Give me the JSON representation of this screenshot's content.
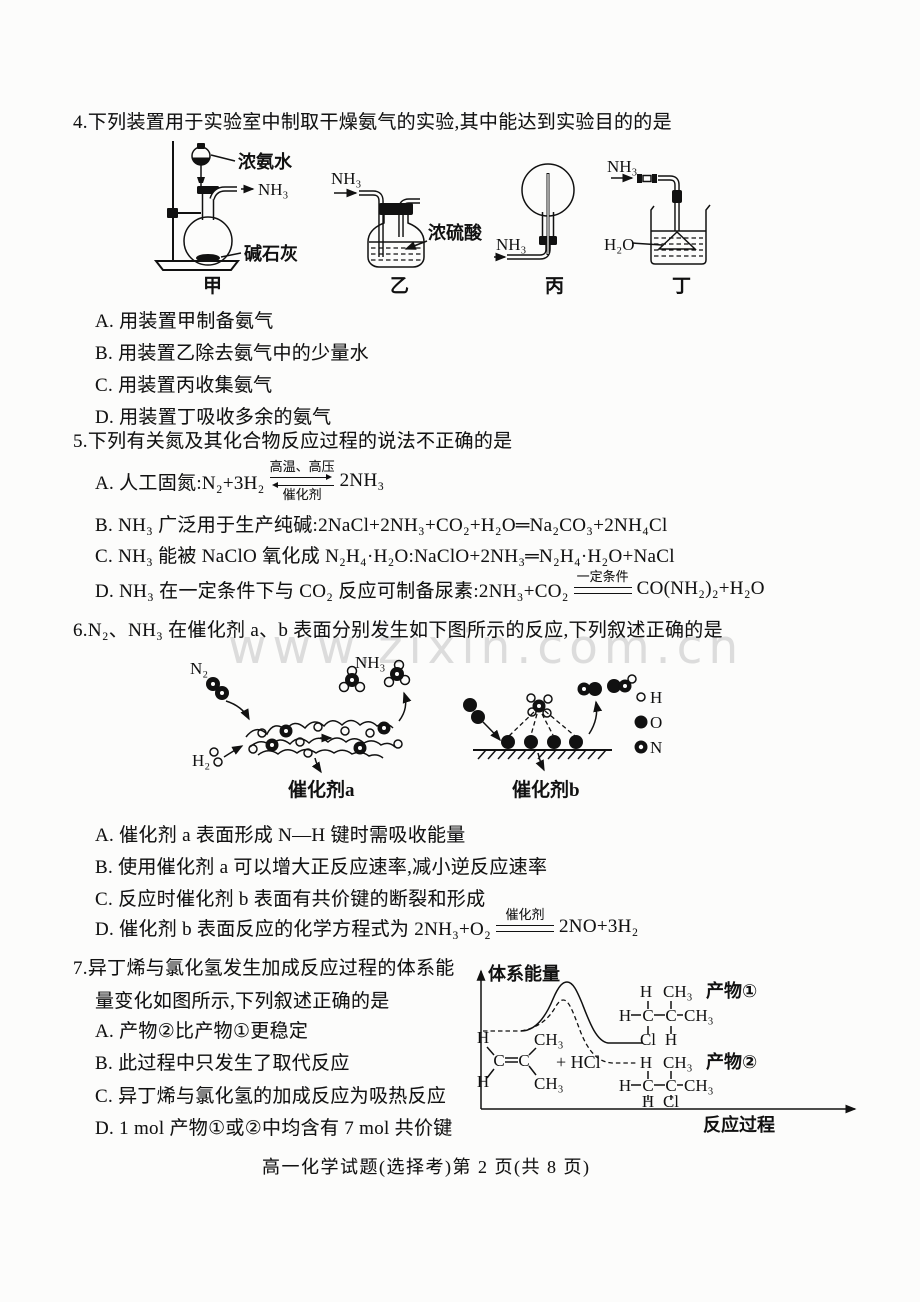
{
  "page": {
    "watermark": "www.zixin.com.cn",
    "footer": "高一化学试题(选择考)第 2 页(共 8 页)"
  },
  "q4": {
    "title": "4.下列装置用于实验室中制取干燥氨气的实验,其中能达到实验目的的是",
    "diagram": {
      "conc_ammonia": "浓氨水",
      "soda_lime": "碱石灰",
      "conc_sulfuric": "浓硫酸",
      "nh3": "NH₃",
      "h2o": "H₂O",
      "label_jia": "甲",
      "label_yi": "乙",
      "label_bing": "丙",
      "label_ding": "丁"
    },
    "options": [
      "A. 用装置甲制备氨气",
      "B. 用装置乙除去氨气中的少量水",
      "C. 用装置丙收集氨气",
      "D. 用装置丁吸收多余的氨气"
    ]
  },
  "q5": {
    "title": "5.下列有关氮及其化合物反应过程的说法不正确的是",
    "a": {
      "pre": "A. 人工固氮:N₂+3H₂",
      "top": "高温、高压",
      "bottom": "催化剂",
      "post": "2NH₃"
    },
    "b": "B. NH₃ 广泛用于生产纯碱:2NaCl+2NH₃+CO₂+H₂O═Na₂CO₃+2NH₄Cl",
    "c": "C. NH₃ 能被 NaClO 氧化成 N₂H₄·H₂O:NaClO+2NH₃═N₂H₄·H₂O+NaCl",
    "d": {
      "pre": "D. NH₃ 在一定条件下与 CO₂ 反应可制备尿素:2NH₃+CO₂",
      "top": "一定条件",
      "post": "CO(NH₂)₂+H₂O"
    }
  },
  "q6": {
    "title": "6.N₂、NH₃ 在催化剂 a、b 表面分别发生如下图所示的反应,下列叙述正确的是",
    "diagram": {
      "n2": "N₂",
      "nh3": "NH₃",
      "h2": "H₂",
      "cat_a": "催化剂a",
      "cat_b": "催化剂b",
      "legend_h": "H",
      "legend_o": "O",
      "legend_n": "N"
    },
    "options": [
      "A. 催化剂 a 表面形成 N—H 键时需吸收能量",
      "B. 使用催化剂 a 可以增大正反应速率,减小逆反应速率",
      "C. 反应时催化剂 b 表面有共价键的断裂和形成"
    ],
    "d": {
      "pre": "D. 催化剂 b 表面反应的化学方程式为 2NH₃+O₂",
      "top": "催化剂",
      "post": "2NO+3H₂"
    }
  },
  "q7": {
    "title_line1": "7.异丁烯与氯化氢发生加成反应过程的体系能",
    "title_line2": "量变化如图所示,下列叙述正确的是",
    "options": [
      "A. 产物②比产物①更稳定",
      "B. 此过程中只发生了取代反应",
      "C. 异丁烯与氯化氢的加成反应为吸热反应",
      "D. 1 mol 产物①或②中均含有 7 mol 共价键"
    ],
    "chart": {
      "ylabel": "体系能量",
      "xlabel": "反应过程",
      "plus_hcl": "+ HCl",
      "reactant": {
        "h_top": "H",
        "h_bot": "H",
        "c1": "C",
        "c2": "C",
        "ch3_top": "CH₃",
        "ch3_bot": "CH₃"
      },
      "product1": {
        "name": "产物①",
        "top_h": "H",
        "top_ch3": "CH₃",
        "left_h": "H",
        "c1": "C",
        "c2": "C",
        "right_ch3": "CH₃",
        "bot1": "Cl",
        "bot2": "H"
      },
      "product2": {
        "name": "产物②",
        "top_h": "H",
        "top_ch3": "CH₃",
        "left_h": "H",
        "c1": "C",
        "c2": "C",
        "right_ch3": "CH₃",
        "bot1": "H",
        "bot2": "Cl"
      }
    }
  }
}
